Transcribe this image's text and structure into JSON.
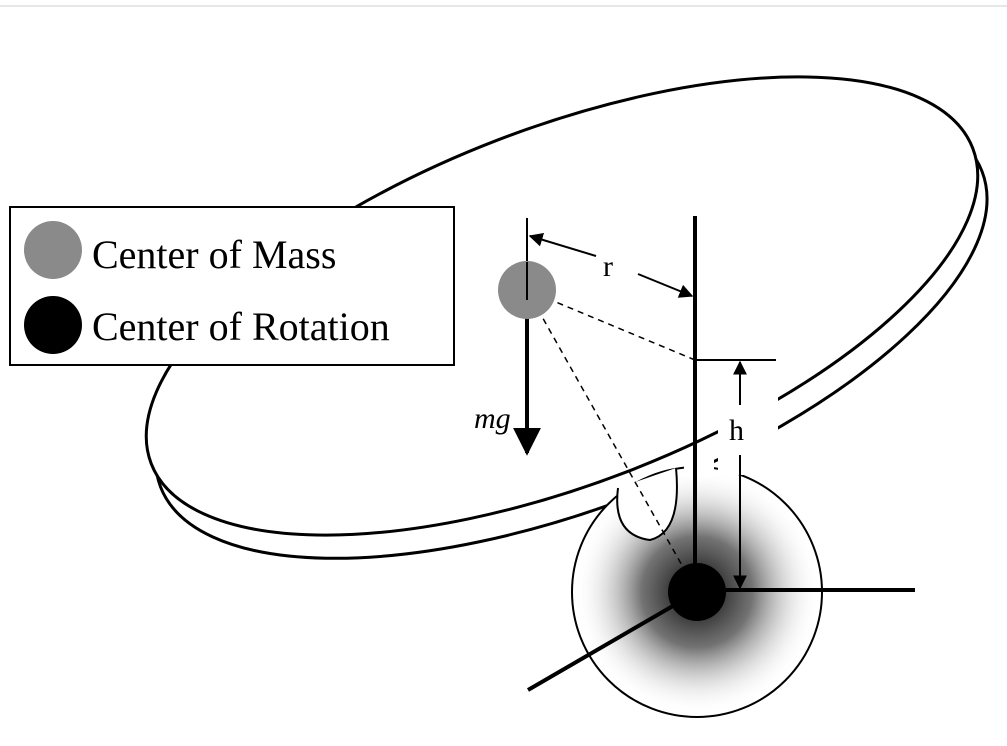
{
  "legend": {
    "center_of_mass": {
      "label": "Center of Mass",
      "color": "#8a8a8a"
    },
    "center_of_rotation": {
      "label": "Center of Rotation",
      "color": "#000000"
    }
  },
  "labels": {
    "r": "r",
    "h": "h",
    "mg": "mg"
  },
  "colors": {
    "line": "#000000",
    "background": "#ffffff",
    "hub_shade": "#000000"
  }
}
